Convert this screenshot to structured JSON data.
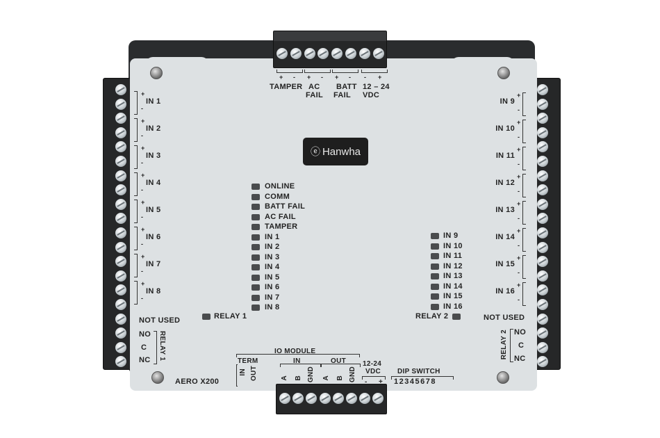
{
  "device": {
    "brand": "Hanwha",
    "model": "AERO X200",
    "colors": {
      "housing": "#2a2c2e",
      "panel": "#dde1e3",
      "led": "#4a4c4e",
      "text": "#232323"
    }
  },
  "top_connector": {
    "groups": [
      {
        "label_line1": "TAMPER",
        "label_line2": "",
        "pins": [
          "+",
          "-"
        ]
      },
      {
        "label_line1": "AC",
        "label_line2": "FAIL",
        "pins": [
          "+",
          "-"
        ]
      },
      {
        "label_line1": "BATT",
        "label_line2": "FAIL",
        "pins": [
          "+",
          "-"
        ]
      },
      {
        "label_line1": "12 – 24",
        "label_line2": "VDC",
        "pins": [
          "-",
          "+"
        ]
      }
    ]
  },
  "left_inputs": [
    {
      "label": "IN 1",
      "plus": "+",
      "minus": "-"
    },
    {
      "label": "IN 2",
      "plus": "+",
      "minus": "-"
    },
    {
      "label": "IN 3",
      "plus": "+",
      "minus": "-"
    },
    {
      "label": "IN 4",
      "plus": "+",
      "minus": "-"
    },
    {
      "label": "IN 5",
      "plus": "+",
      "minus": "-"
    },
    {
      "label": "IN 6",
      "plus": "+",
      "minus": "-"
    },
    {
      "label": "IN 7",
      "plus": "+",
      "minus": "-"
    },
    {
      "label": "IN 8",
      "plus": "+",
      "minus": "-"
    }
  ],
  "right_inputs": [
    {
      "label": "IN 9",
      "plus": "+",
      "minus": "-"
    },
    {
      "label": "IN 10",
      "plus": "+",
      "minus": "-"
    },
    {
      "label": "IN 11",
      "plus": "+",
      "minus": "-"
    },
    {
      "label": "IN 12",
      "plus": "+",
      "minus": "-"
    },
    {
      "label": "IN 13",
      "plus": "+",
      "minus": "-"
    },
    {
      "label": "IN 14",
      "plus": "+",
      "minus": "-"
    },
    {
      "label": "IN 15",
      "plus": "+",
      "minus": "-"
    },
    {
      "label": "IN 16",
      "plus": "+",
      "minus": "-"
    }
  ],
  "relay1": {
    "title": "RELAY 1",
    "not_used": "NOT USED",
    "no": "NO",
    "c": "C",
    "nc": "NC"
  },
  "relay2": {
    "title": "RELAY 2",
    "not_used": "NOT USED",
    "no": "NO",
    "c": "C",
    "nc": "NC"
  },
  "leds_left": [
    "ONLINE",
    "COMM",
    "BATT FAIL",
    "AC FAIL",
    "TAMPER",
    "IN 1",
    "IN 2",
    "IN 3",
    "IN 4",
    "IN 5",
    "IN 6",
    "IN 7",
    "IN 8"
  ],
  "leds_right": [
    "IN 9",
    "IN 10",
    "IN 11",
    "IN 12",
    "IN 13",
    "IN 14",
    "IN 15",
    "IN 16"
  ],
  "relay_leds": {
    "relay1": "RELAY 1",
    "relay2": "RELAY 2"
  },
  "bottom": {
    "io_module": "IO MODULE",
    "term": {
      "label": "TERM",
      "in": "IN",
      "out": "OUT"
    },
    "in": {
      "label": "IN",
      "pins": [
        "A",
        "B",
        "GND"
      ]
    },
    "out": {
      "label": "OUT",
      "pins": [
        "A",
        "B",
        "GND"
      ]
    },
    "power": {
      "line1": "12-24",
      "line2": "VDC",
      "minus": "-",
      "plus": "+"
    },
    "dip_switch": {
      "label": "DIP SWITCH",
      "numbers": "12345678"
    }
  }
}
